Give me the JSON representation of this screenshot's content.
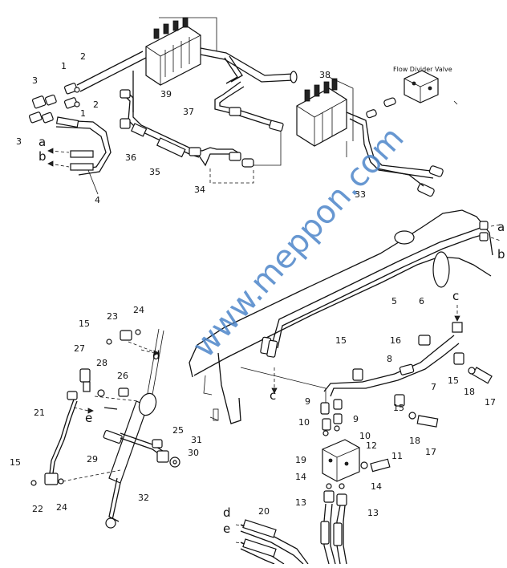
{
  "diagram": {
    "caption": "Flow Divider Valve",
    "watermark": "www.meppon.com",
    "part_numbers": [
      "1",
      "2",
      "3",
      "4",
      "5",
      "6",
      "7",
      "8",
      "9",
      "10",
      "11",
      "12",
      "13",
      "14",
      "15",
      "16",
      "17",
      "18",
      "19",
      "20",
      "21",
      "22",
      "23",
      "24",
      "25",
      "26",
      "27",
      "28",
      "29",
      "30",
      "31",
      "32",
      "33",
      "34",
      "35",
      "36",
      "37",
      "38",
      "39"
    ],
    "connection_letters": [
      "a",
      "b",
      "c",
      "d",
      "e"
    ]
  }
}
